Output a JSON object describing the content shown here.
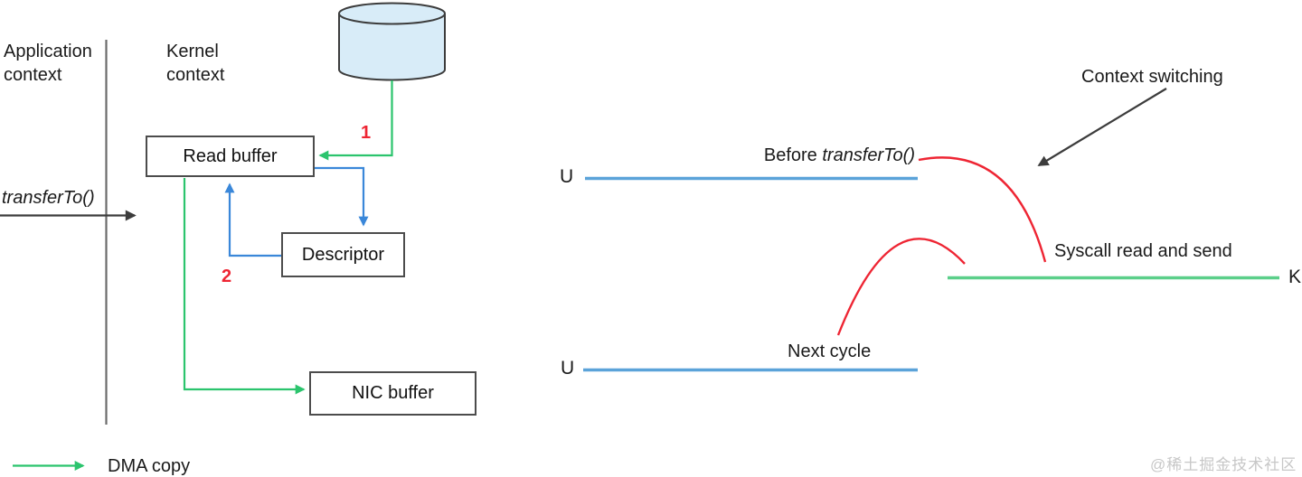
{
  "colors": {
    "green": "#2bc46d",
    "timeline_green": "#5bcf8a",
    "blue": "#3a87d9",
    "timeline_blue": "#5ba3d9",
    "red": "#ee2533",
    "dark": "#3c3c3c",
    "gray": "#6b6b6b",
    "disk_fill": "#d8ecf8",
    "watermark": "#c7c7c7"
  },
  "left_diagram": {
    "app_context_label": "Application context",
    "kernel_context_label": "Kernel context",
    "transfer_to_label": "transferTo()",
    "disk_icon": "disk-cylinder-icon",
    "boxes": {
      "read_buffer": "Read buffer",
      "descriptor": "Descriptor",
      "nic_buffer": "NIC buffer"
    },
    "steps": {
      "step_1": "1",
      "step_2": "2"
    },
    "legend": {
      "dma_copy": "DMA copy"
    }
  },
  "right_diagram": {
    "context_switching": "Context switching",
    "before_prefix": "Before ",
    "before_method": "transferTo()",
    "syscall_label": "Syscall read and send",
    "next_cycle": "Next cycle",
    "user_row_1": "U",
    "kernel_row": "K",
    "user_row_2": "U"
  },
  "watermark": "@稀土掘金技术社区"
}
